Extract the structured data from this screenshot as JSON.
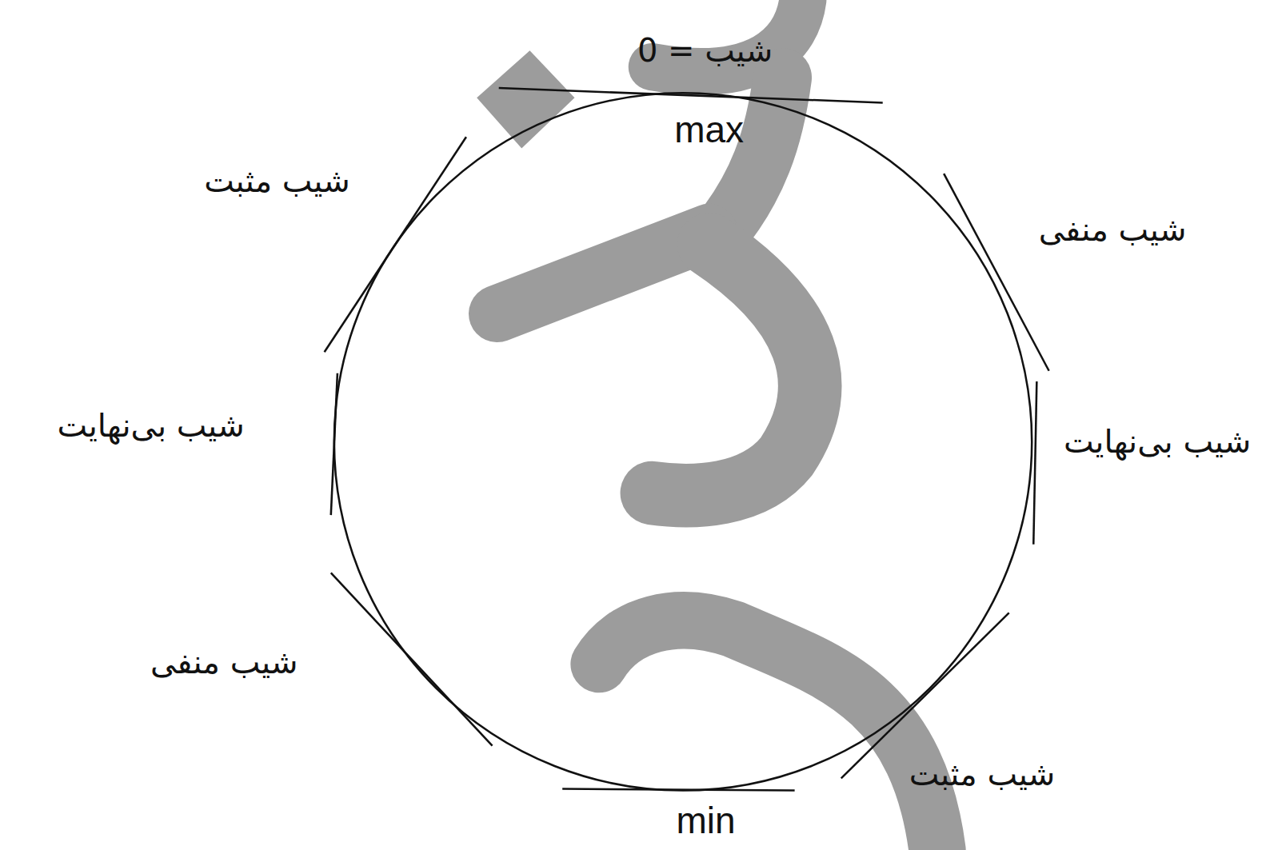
{
  "diagram": {
    "labels": [
      "شیب = 0",
      "max",
      "شیب مثبت",
      "شیب منفی",
      "شیب بی‌نهایت",
      "شیب بی‌نهایت",
      "شیب منفی",
      "شیب مثبت",
      "min"
    ]
  }
}
